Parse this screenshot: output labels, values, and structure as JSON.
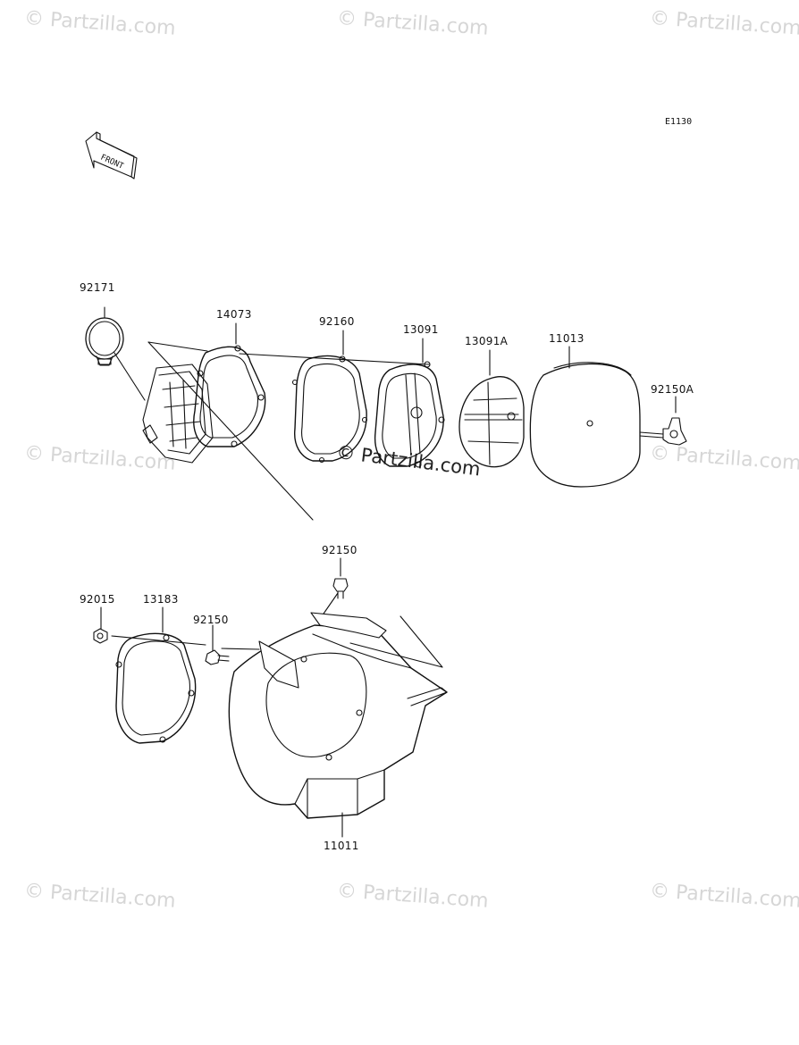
{
  "watermark": "© Partzilla.com",
  "center_watermark": "© Partzilla.com",
  "diagram_code": "E1130",
  "front_label": "FRONT",
  "parts": [
    {
      "id": "p92171",
      "number": "92171"
    },
    {
      "id": "p14073",
      "number": "14073"
    },
    {
      "id": "p92160",
      "number": "92160"
    },
    {
      "id": "p13091",
      "number": "13091"
    },
    {
      "id": "p13091A",
      "number": "13091A"
    },
    {
      "id": "p11013",
      "number": "11013"
    },
    {
      "id": "p92150A",
      "number": "92150A"
    },
    {
      "id": "p92150top",
      "number": "92150"
    },
    {
      "id": "p92015",
      "number": "92015"
    },
    {
      "id": "p13183",
      "number": "13183"
    },
    {
      "id": "p92150mid",
      "number": "92150"
    },
    {
      "id": "p11011",
      "number": "11011"
    }
  ]
}
